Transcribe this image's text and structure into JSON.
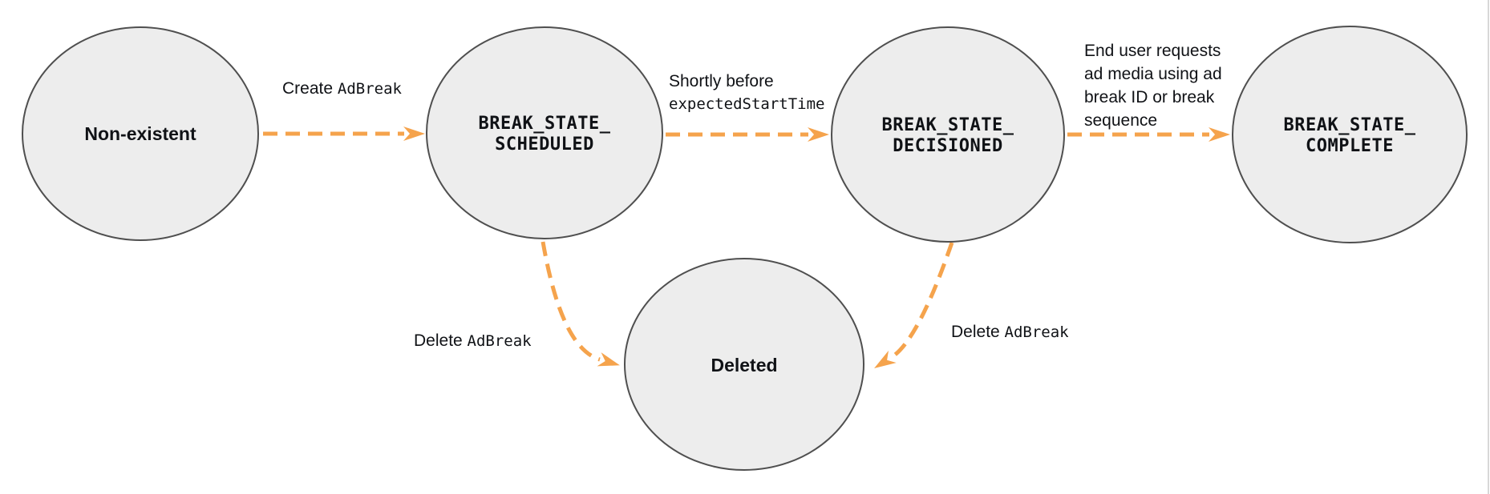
{
  "diagram": {
    "description": "Ad break state transition diagram",
    "colors": {
      "accent": "#F5A34C",
      "node_fill": "#EDEDED",
      "node_border": "#4F4F4F",
      "text": "#101216",
      "screen_edge_line": "#D8D8D8"
    },
    "nodes": [
      {
        "id": "non-existent",
        "label": "Non-existent"
      },
      {
        "id": "break-state-scheduled",
        "label": "BREAK_STATE_\nSCHEDULED"
      },
      {
        "id": "break-state-decisioned",
        "label": "BREAK_STATE_\nDECISIONED"
      },
      {
        "id": "break-state-complete",
        "label": "BREAK_STATE_\nCOMPLETE"
      },
      {
        "id": "deleted",
        "label": "Deleted"
      }
    ],
    "edges": [
      {
        "id": "create-adbreak",
        "from": "non-existent",
        "to": "break-state-scheduled",
        "label_plain": "Create ",
        "label_code": "AdBreak"
      },
      {
        "id": "shortly-before-expected-start-time",
        "from": "break-state-scheduled",
        "to": "break-state-decisioned",
        "label_plain": "Shortly before",
        "label_code": "expectedStartTime"
      },
      {
        "id": "end-user-requests",
        "from": "break-state-decisioned",
        "to": "break-state-complete",
        "label": "End user requests\nad media using ad\nbreak ID or break\nsequence"
      },
      {
        "id": "delete-adbreak-from-scheduled",
        "from": "break-state-scheduled",
        "to": "deleted",
        "label_plain": "Delete ",
        "label_code": "AdBreak"
      },
      {
        "id": "delete-adbreak-from-decisioned",
        "from": "break-state-decisioned",
        "to": "deleted",
        "label_plain": "Delete ",
        "label_code": "AdBreak"
      }
    ]
  }
}
